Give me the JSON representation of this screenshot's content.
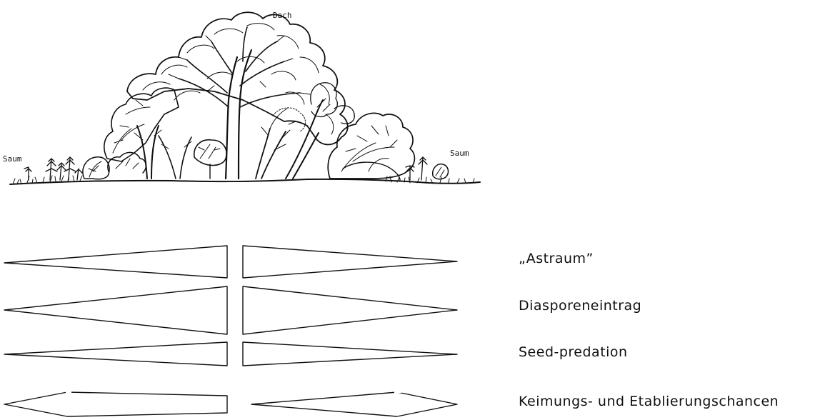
{
  "vegetation_labels": {
    "roof": "Dach",
    "edge_left": "Saum",
    "edge_right": "Saum"
  },
  "rows": [
    {
      "label": "„Astraum”"
    },
    {
      "label": "Diasporeneintrag"
    },
    {
      "label": "Seed-predation"
    },
    {
      "label": "Keimungs- und Etablierungschancen"
    }
  ],
  "colors": {
    "ink": "#111111",
    "background": "#ffffff"
  }
}
